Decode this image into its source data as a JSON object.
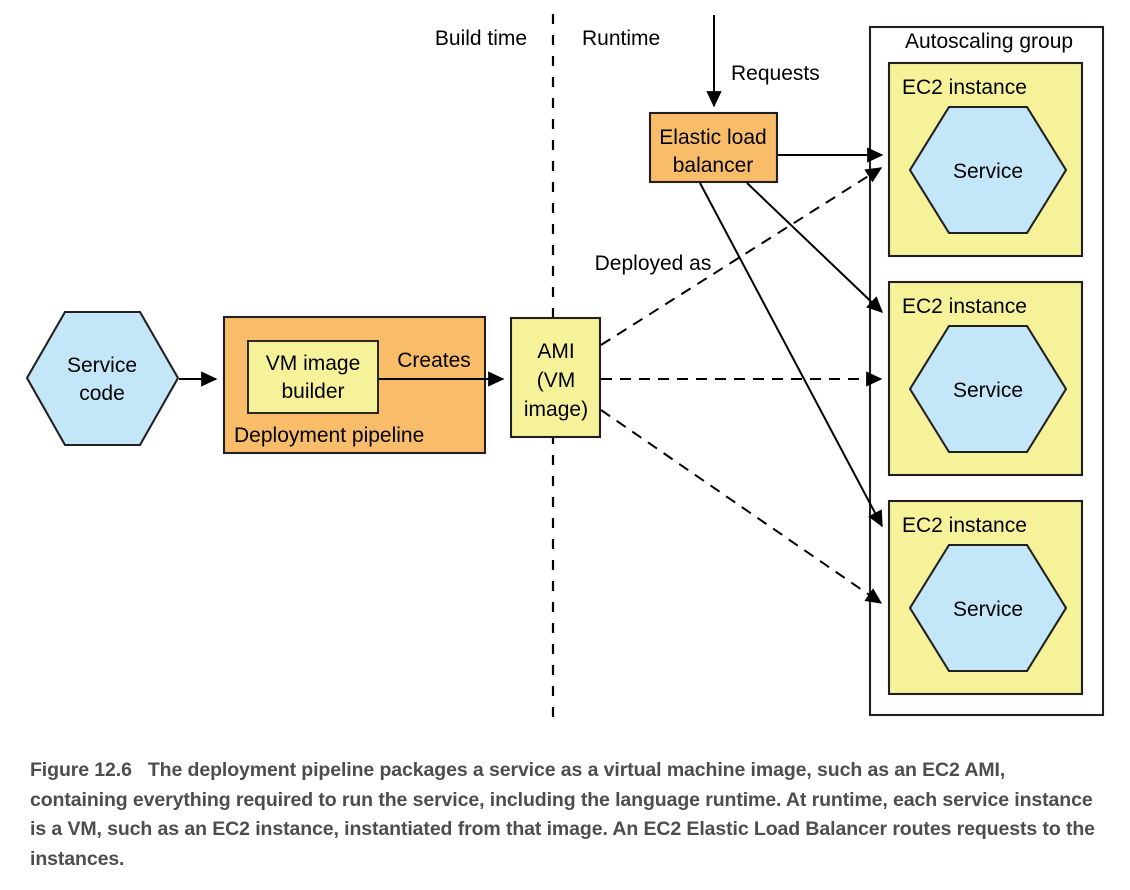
{
  "figure": {
    "number": "Figure 12.6",
    "caption": "The deployment pipeline packages a service as a virtual machine image, such as an EC2 AMI, containing everything required to run the service, including the language runtime. At runtime, each service instance is a VM, such as an EC2 instance, instantiated from that image. An EC2 Elastic Load Balancer routes requests to the instances."
  },
  "phases": {
    "build_time": "Build time",
    "runtime": "Runtime"
  },
  "nodes": {
    "service_code": {
      "line1": "Service",
      "line2": "code"
    },
    "deployment_pipeline": {
      "label": "Deployment pipeline"
    },
    "vm_image_builder": {
      "line1": "VM image",
      "line2": "builder"
    },
    "ami": {
      "line1": "AMI",
      "line2": "(VM",
      "line3": "image)"
    },
    "elastic_load_balancer": {
      "line1": "Elastic load",
      "line2": "balancer"
    },
    "autoscaling_group": {
      "label": "Autoscaling group"
    },
    "ec2_instances": [
      {
        "label": "EC2 instance",
        "service": "Service"
      },
      {
        "label": "EC2 instance",
        "service": "Service"
      },
      {
        "label": "EC2 instance",
        "service": "Service"
      }
    ]
  },
  "edges": {
    "creates": "Creates",
    "requests": "Requests",
    "deployed_as": "Deployed as"
  },
  "colors": {
    "orange": "#f9bd6a",
    "yellow": "#f6f29a",
    "blue": "#c3e7f8",
    "outline": "#231f20",
    "caption_text": "#4d4d4f"
  }
}
